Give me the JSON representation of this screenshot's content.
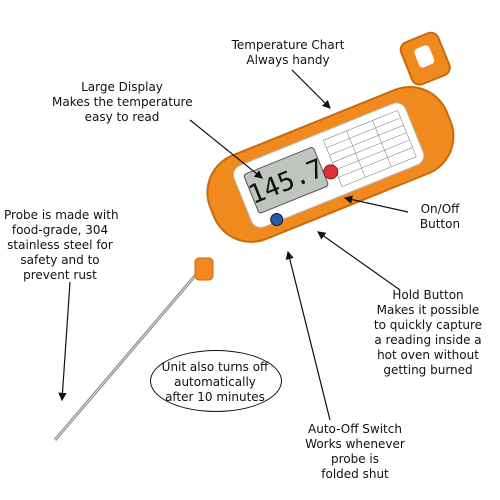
{
  "callouts": {
    "temperature_chart": [
      "Temperature Chart",
      "Always handy"
    ],
    "large_display": [
      "Large Display",
      "Makes the temperature",
      "easy to read"
    ],
    "probe": [
      "Probe is made with",
      "food-grade, 304",
      "stainless steel for",
      "safety and to",
      "prevent rust"
    ],
    "on_off": [
      "On/Off",
      "Button"
    ],
    "hold": [
      "Hold Button",
      "Makes it possible",
      "to quickly capture",
      "a reading inside a",
      "hot oven without",
      "getting burned"
    ],
    "auto_off": [
      "Auto-Off Switch",
      "Works whenever",
      "probe is",
      "folded shut"
    ]
  },
  "note": [
    "Unit also turns off",
    "automatically",
    "after 10 minutes"
  ],
  "device": {
    "display_reading": "145.7",
    "body_color": "#f08a1e",
    "button_color": "#d8343a",
    "hold_button_color": "#2a5aa8"
  }
}
